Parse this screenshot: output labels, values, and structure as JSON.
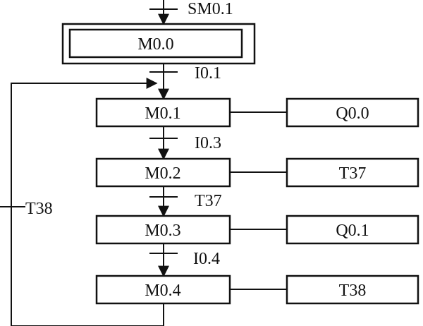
{
  "initial_step": "M0.0",
  "steps": [
    {
      "id": "M0.1",
      "action": "Q0.0"
    },
    {
      "id": "M0.2",
      "action": "T37"
    },
    {
      "id": "M0.3",
      "action": "Q0.1"
    },
    {
      "id": "M0.4",
      "action": "T38"
    }
  ],
  "transitions": {
    "start": "SM0.1",
    "t0": "I0.1",
    "t1": "I0.3",
    "t2": "T37",
    "t3": "I0.4",
    "loop": "T38"
  },
  "colors": {
    "line": "#111111",
    "background": "#ffffff"
  }
}
